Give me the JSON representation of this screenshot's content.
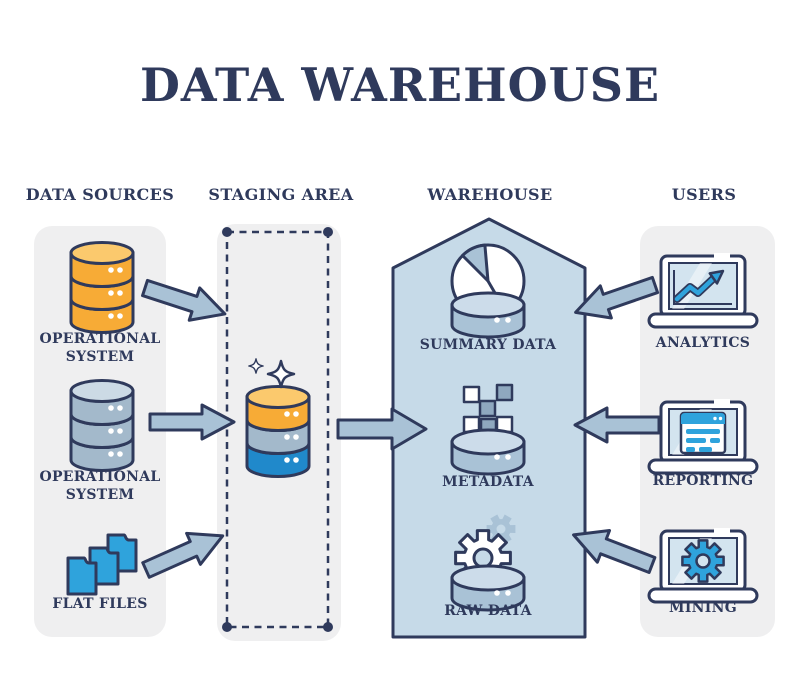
{
  "title": "DATA WAREHOUSE",
  "sections": {
    "data_sources": {
      "header": "DATA SOURCES",
      "items": [
        {
          "icon": "database-yellow",
          "label_lines": [
            "OPERATIONAL",
            "SYSTEM"
          ]
        },
        {
          "icon": "database-gray",
          "label_lines": [
            "OPERATIONAL",
            "SYSTEM"
          ]
        },
        {
          "icon": "flat-files-blue",
          "label": "FLAT FILES"
        }
      ]
    },
    "staging_area": {
      "header": "STAGING AREA",
      "icon": "sparkling-database-stack"
    },
    "warehouse": {
      "header": "WAREHOUSE",
      "items": [
        {
          "icon": "pie-chart-database",
          "label": "SUMMARY DATA"
        },
        {
          "icon": "linked-squares-database",
          "label": "METADATA"
        },
        {
          "icon": "gears-database",
          "label": "RAW DATA"
        }
      ]
    },
    "users": {
      "header": "USERS",
      "items": [
        {
          "icon": "laptop-growth-chart",
          "label": "ANALYTICS"
        },
        {
          "icon": "laptop-report",
          "label": "REPORTING"
        },
        {
          "icon": "laptop-gear",
          "label": "MINING"
        }
      ]
    }
  },
  "colors": {
    "navy": "#2f3a5c",
    "yellow": "#f7ab36",
    "yellow_light": "#fbc96d",
    "steel_blue": "#a9c2d6",
    "steel_light": "#ccdcea",
    "bright_blue": "#2fa3dc",
    "blue_disc": "#2089cb",
    "blue_disc_light": "#54aede",
    "warehouse_fill": "#c6dae8",
    "column_bg": "#efeff0",
    "screen_fill": "#d3e4ef"
  }
}
